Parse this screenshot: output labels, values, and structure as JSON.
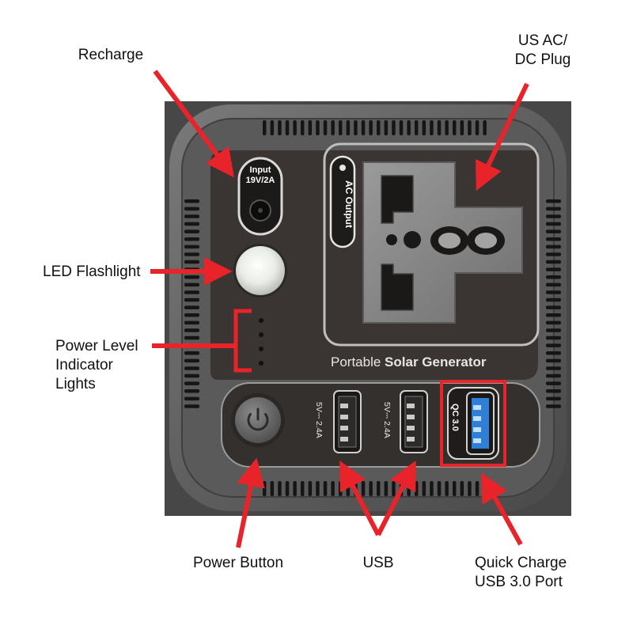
{
  "callouts": {
    "recharge": "Recharge",
    "us_ac_dc_plug": [
      "US AC/",
      "DC Plug"
    ],
    "led_flashlight": "LED Flashlight",
    "power_level": [
      "Power Level",
      "Indicator",
      "Lights"
    ],
    "power_button": "Power Button",
    "usb": "USB",
    "quick_charge": [
      "Quick Charge",
      "USB 3.0 Port"
    ]
  },
  "panel": {
    "input_label": [
      "Input",
      "19V/2A"
    ],
    "ac_output_label": "AC Output",
    "brand_regular": "Portable ",
    "brand_bold": "Solar Generator",
    "usb_port_label": "5V⎓ 2.4A",
    "qc_label": "QC 3.0",
    "indicator_dots": 4
  },
  "colors": {
    "arrow": "#e8232a",
    "highlight_box": "#e8232a",
    "housing": "#6b6b6b",
    "panel_face": "#3a3532",
    "usb_blue": "#2f7fd6",
    "text_on_panel": "#e6e6e6"
  }
}
